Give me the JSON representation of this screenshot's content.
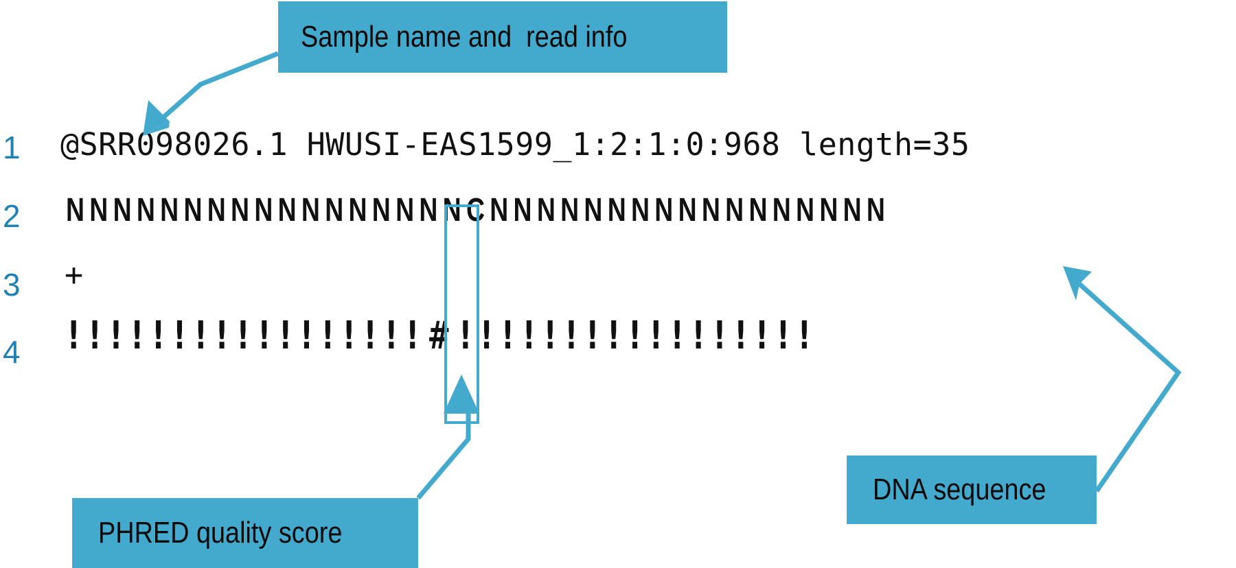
{
  "figure": {
    "title": "FASTQ record annotated diagram",
    "accent_color": "#43AACE",
    "line_number_color": "#2082B4",
    "text_color": "#111111"
  },
  "line_numbers": [
    "1",
    "2",
    "3",
    "4"
  ],
  "fastq": {
    "line1_header": "@SRR098026.1 HWUSI-EAS1599_1:2:1:0:968 length=35",
    "line2_sequence": "NNNNNNNNNNNNNNNNNCNNNNNNNNNNNNNNNNN",
    "line3_separator": "+",
    "line4_quality": "!!!!!!!!!!!!!!!!!#!!!!!!!!!!!!!!!!!",
    "read_length": "35",
    "sample_id": "SRR098026.1",
    "instrument_run": "HWUSI-EAS1599_1:2:1:0:968"
  },
  "callouts": [
    {
      "id": "sample",
      "label": "Sample name and  read info"
    },
    {
      "id": "phred",
      "label": "PHRED quality score"
    },
    {
      "id": "dna",
      "label": "DNA sequence"
    }
  ],
  "highlight": {
    "description": "column-highlight-box",
    "column_index": "18"
  }
}
